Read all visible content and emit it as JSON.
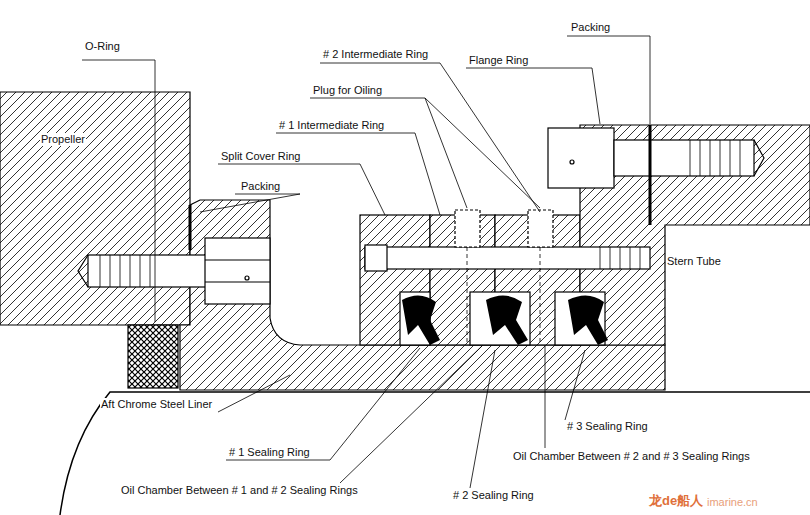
{
  "diagram": {
    "labels": [
      "O-Ring",
      "Propeller",
      "Packing",
      "Split Cover Ring",
      "# 1 Intermediate Ring",
      "Plug for Oiling",
      "# 2 Intermediate Ring",
      "Packing",
      "Flange Ring",
      "Stern Tube",
      "Aft Chrome Steel Liner",
      "# 1 Sealing Ring",
      "# 3 Sealing Ring",
      "Oil Chamber Between # 2 and # 3 Sealing Rings",
      "Oil Chamber Between # 1 and # 2 Sealing Rings",
      "# 2 Sealing Ring",
      "龙de船人",
      "imarine.cn"
    ]
  }
}
